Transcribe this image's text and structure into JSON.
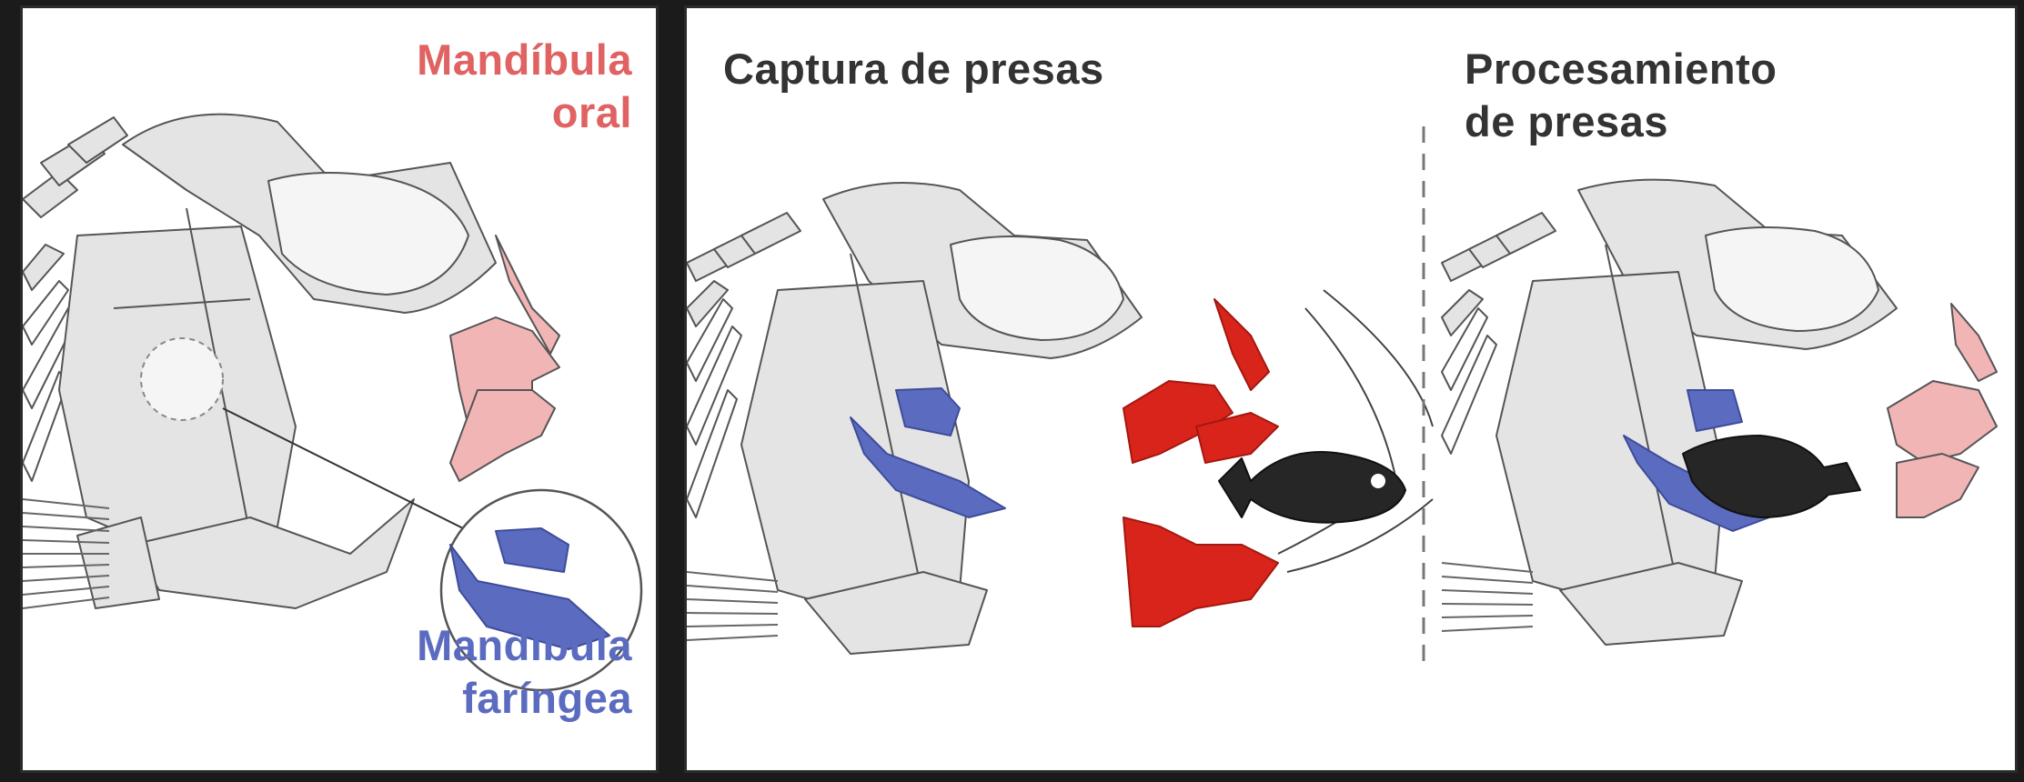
{
  "left_panel": {
    "oral_jaw_label": [
      "Mandíbula",
      "oral"
    ],
    "pharyngeal_jaw_label": [
      "Mandíbula",
      "faríngea"
    ]
  },
  "right_panel": {
    "capture_title": "Captura de presas",
    "processing_title": [
      "Procesamiento",
      "de presas"
    ]
  },
  "colors": {
    "oral_jaw_label": "#e06262",
    "oral_jaw_fill": "#f2b5b5",
    "pharyngeal_jaw": "#5b6bc0",
    "capture_oral_jaw": "#d9241b",
    "prey": "#262626",
    "bone_fill": "#e4e4e4",
    "outline": "#555555"
  }
}
